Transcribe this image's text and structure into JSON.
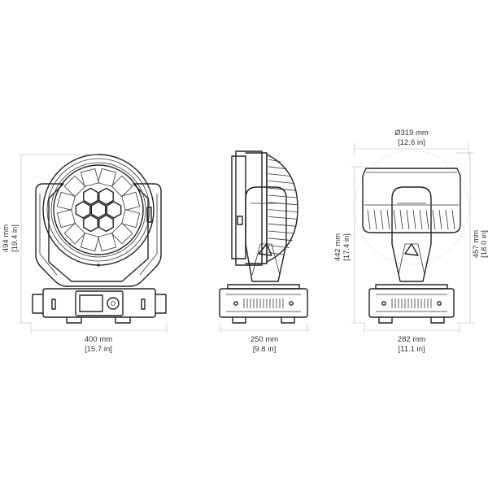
{
  "colors": {
    "line": "#222222",
    "dimension": "#b5b5b5",
    "text": "#333333",
    "background": "#ffffff"
  },
  "front_view": {
    "width": {
      "mm": "400 mm",
      "inch": "[15.7 in]"
    },
    "height": {
      "mm": "494 mm",
      "inch": "[19.4 in]"
    }
  },
  "side_view": {
    "width": {
      "mm": "250 mm",
      "inch": "[9.8 in]"
    }
  },
  "rear_view": {
    "width": {
      "mm": "282 mm",
      "inch": "[11.1 in]"
    },
    "head_diameter": {
      "mm": "Ø319 mm",
      "inch": "[12.6 in]"
    },
    "height_yoke": {
      "mm": "442 mm",
      "inch": "[17.4 in]"
    },
    "height_total": {
      "mm": "457 mm",
      "inch": "[18.0 in]"
    }
  }
}
